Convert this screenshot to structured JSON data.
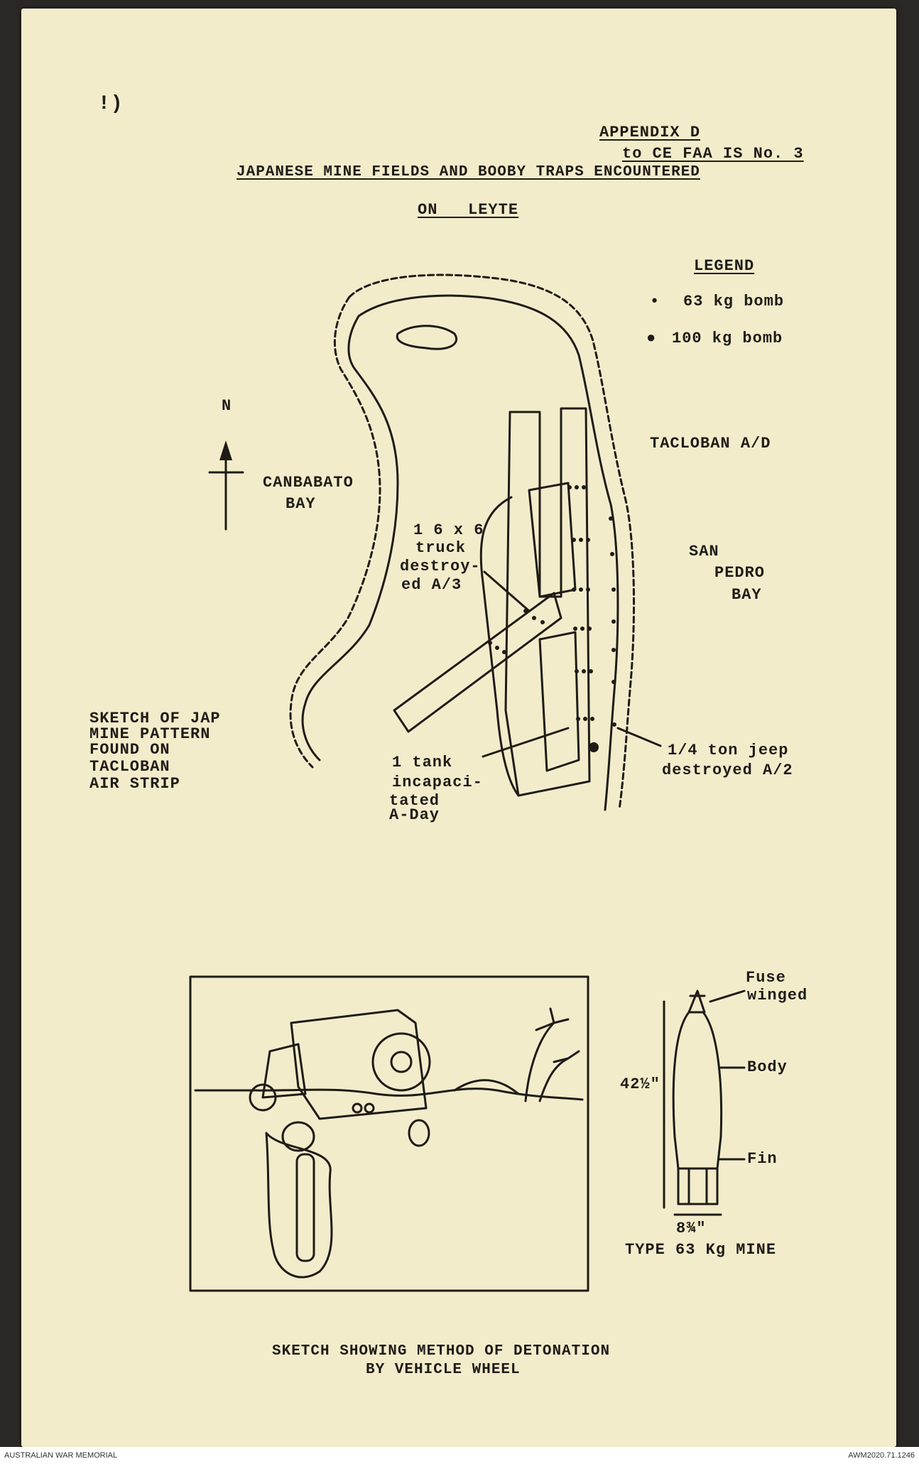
{
  "page_mark": "!)",
  "header": {
    "appendix": "APPENDIX D",
    "reference": "to CE FAA IS No. 3",
    "title_line1": "JAPANESE MINE FIELDS AND BOOBY TRAPS ENCOUNTERED",
    "title_line2": "ON   LEYTE"
  },
  "legend": {
    "title": "LEGEND",
    "items": [
      {
        "symbol": "•",
        "label": "63 kg bomb"
      },
      {
        "symbol": "●",
        "label": "100 kg bomb"
      }
    ]
  },
  "map": {
    "north_label": "N",
    "canbabato": "CANBABATO",
    "bay": "BAY",
    "tacloban_ad": "TACLOBAN A/D",
    "san": "SAN",
    "pedro": "PEDRO",
    "san_pedro_bay": "BAY",
    "truck_note": [
      "1 6 x 6",
      "truck",
      "destroy-",
      "ed A/3"
    ],
    "tank_note": [
      "1 tank",
      "incapaci-",
      "tated",
      "A-Day"
    ],
    "jeep_note": [
      "1/4 ton jeep",
      "destroyed A/2"
    ],
    "sketch_caption": [
      "SKETCH OF JAP",
      "MINE PATTERN",
      "FOUND ON",
      "TACLOBAN",
      "AIR STRIP"
    ]
  },
  "mine": {
    "fuse": [
      "Fuse",
      "winged"
    ],
    "body": "Body",
    "fin": "Fin",
    "height": "42½\"",
    "width": "8¾\"",
    "caption": "TYPE 63 Kg MINE"
  },
  "detonation_caption": [
    "SKETCH SHOWING METHOD OF DETONATION",
    "BY VEHICLE WHEEL"
  ],
  "footer": {
    "left": "AUSTRALIAN WAR MEMORIAL",
    "right": "AWM2020.71.1246"
  }
}
